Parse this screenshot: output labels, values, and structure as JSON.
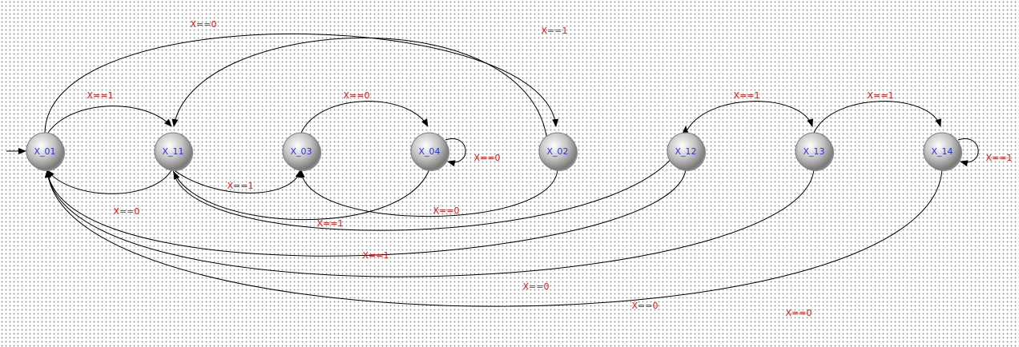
{
  "states": [
    {
      "id": "X_01",
      "label": "X_01",
      "initial": true
    },
    {
      "id": "X_11",
      "label": "X_11"
    },
    {
      "id": "X_03",
      "label": "X_03"
    },
    {
      "id": "X_04",
      "label": "X_04"
    },
    {
      "id": "X_02",
      "label": "X_02"
    },
    {
      "id": "X_12",
      "label": "X_12"
    },
    {
      "id": "X_13",
      "label": "X_13"
    },
    {
      "id": "X_14",
      "label": "X_14"
    }
  ],
  "transitions": [
    {
      "from": "X_01",
      "to": "X_11",
      "label": "X==1"
    },
    {
      "from": "X_11",
      "to": "X_01",
      "label": "X==0"
    },
    {
      "from": "X_01",
      "to": "X_02",
      "label": "X==0"
    },
    {
      "from": "X_02",
      "to": "X_11",
      "label": "X==1"
    },
    {
      "from": "X_11",
      "to": "X_03",
      "label": "X==1"
    },
    {
      "from": "X_03",
      "to": "X_04",
      "label": "X==0"
    },
    {
      "from": "X_04",
      "to": "X_04",
      "label": "X==0"
    },
    {
      "from": "X_04",
      "to": "X_11",
      "label": "X==1"
    },
    {
      "from": "X_02",
      "to": "X_03",
      "label": "X==0"
    },
    {
      "from": "X_11",
      "to": "X_12",
      "label": "X==1"
    },
    {
      "from": "X_12",
      "to": "X_13",
      "label": "X==1"
    },
    {
      "from": "X_13",
      "to": "X_14",
      "label": "X==1"
    },
    {
      "from": "X_14",
      "to": "X_14",
      "label": "X==1"
    },
    {
      "from": "X_12",
      "to": "X_01",
      "label": "X==0"
    },
    {
      "from": "X_13",
      "to": "X_01",
      "label": "X==0"
    },
    {
      "from": "X_14",
      "to": "X_01",
      "label": "X==0"
    }
  ],
  "colors": {
    "state_label": "#2233ee",
    "edge_label": "#ee1111",
    "edge": "#000000"
  }
}
